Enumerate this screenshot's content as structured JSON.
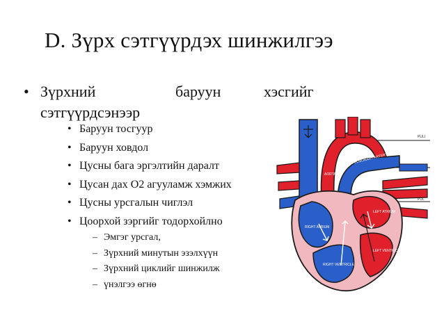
{
  "slide": {
    "title": "D. Зүрх сэтгүүрдэх шинжилгээ",
    "bullet1": {
      "marker": "•",
      "word1": "Зүрхний",
      "word2": "баруун",
      "word3": "хэсгийг",
      "line2": "сэтгүүрдсэнээр"
    },
    "level2_marker": "•",
    "level2_items": [
      "Баруун тосгуур",
      "Баруун ховдол",
      "Цусны бага эргэлтийн даралт",
      "Цусан дах О2 агууламж хэмжих",
      "Цусны урсгалын чиглэл",
      "Цоорхой зэргийг тодорхойлно"
    ],
    "level3_marker": "–",
    "level3_items": [
      "Эмгэг урсгал,",
      "Зүрхний минутын эзэлхүүн",
      "Зүрхний циклийг шинжилж",
      "үнэлгээ өгнө"
    ]
  },
  "heart_labels": {
    "aorta": "AORTA",
    "pulmonary_artery": "PULMONARY ARTERY",
    "pul_right_top": "PULI",
    "pul_right_bottom": "PUL",
    "left_atrium": "LEFT ATRIUM",
    "right_atrium": "RIGHT ATRIUM",
    "left_ventricle": "LEFT VENTRICLE",
    "right_ventricle": "RIGHT VENTRICLE"
  },
  "colors": {
    "oxygenated": "#e0202a",
    "deoxygenated": "#2a5ec8",
    "muscle": "#f2b8c0",
    "outline": "#1a1a1a"
  }
}
